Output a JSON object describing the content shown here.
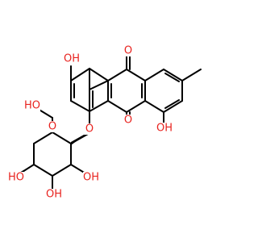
{
  "colors": {
    "bond": "#000000",
    "heteroatom": "#e8231f",
    "background": "#ffffff"
  },
  "atoms": {
    "ketone_top_o": "O",
    "ketone_bottom_o": "O",
    "hydroxyl_upper_left": "OH",
    "hydroxyl_right": "OH",
    "ether_o": "O",
    "ring_o": "O",
    "hydroxyl_ch2oh": "HO",
    "hydroxyl_c2": "OH",
    "hydroxyl_c3": "OH",
    "hydroxyl_c4": "HO"
  }
}
